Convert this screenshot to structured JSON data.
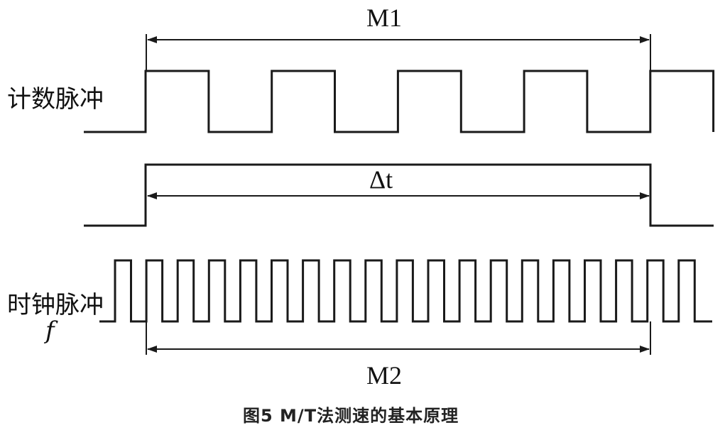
{
  "labels": {
    "count_pulse": "计数脉冲",
    "clock_pulse": "时钟脉冲",
    "frequency": "f",
    "m1": "M1",
    "delta_t": "Δt",
    "m2": "M2"
  },
  "caption": "图5   M/T法测速的基本原理",
  "count_pulses": 5,
  "clock_pulses": 19,
  "colors": {
    "line": "#1a1a1a"
  }
}
